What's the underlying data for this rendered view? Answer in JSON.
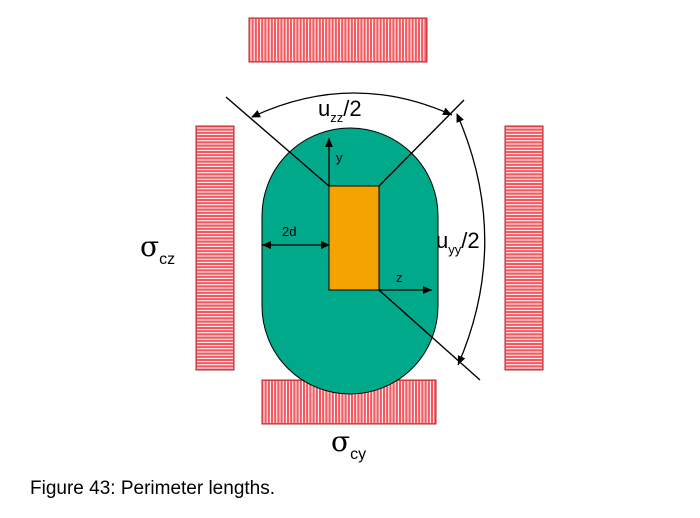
{
  "labels": {
    "u_zz": {
      "base": "u",
      "sub": "zz",
      "tail": "/2"
    },
    "u_yy": {
      "base": "u",
      "sub": "yy",
      "tail": "/2"
    },
    "sigma_cz": {
      "base": "σ",
      "sub": "cz"
    },
    "sigma_cy": {
      "base": "σ",
      "sub": "cy"
    },
    "axis_y": "y",
    "axis_z": "z",
    "dim_2d": "2d"
  },
  "caption": "Figure 43: Perimeter lengths.",
  "colors": {
    "perimeter_fill": "#00a989",
    "column_fill": "#f5a300",
    "stress_block_fill": "#f45a60",
    "stress_line": "#ffffff",
    "line": "#000000"
  }
}
